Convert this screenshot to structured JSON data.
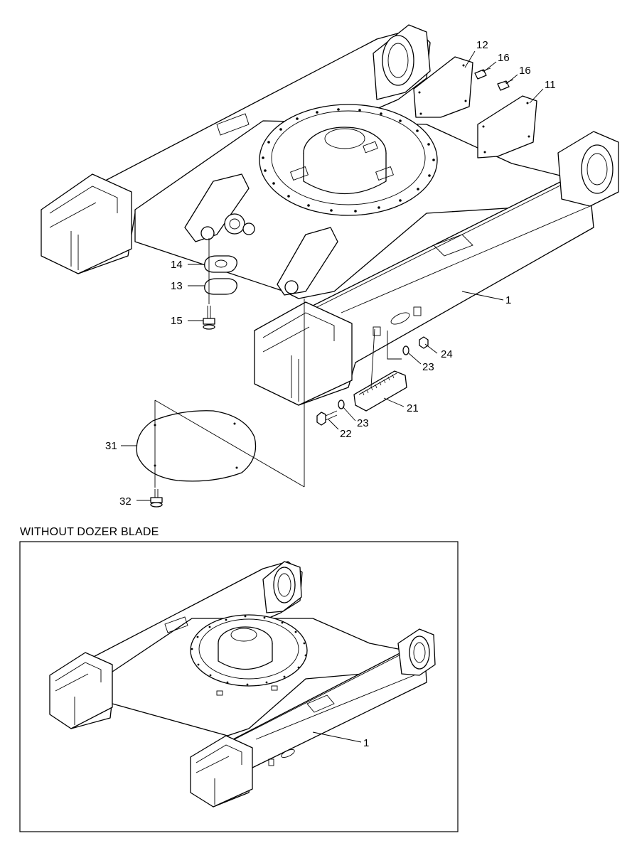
{
  "callouts": {
    "c1": "1",
    "c11": "11",
    "c12": "12",
    "c13": "13",
    "c14": "14",
    "c15": "15",
    "c16a": "16",
    "c16b": "16",
    "c21": "21",
    "c22": "22",
    "c23a": "23",
    "c23b": "23",
    "c24": "24",
    "c31": "31",
    "c32": "32",
    "inset_c1": "1"
  },
  "inset": {
    "title": "WITHOUT DOZER BLADE"
  },
  "colors": {
    "line": "#000000",
    "background": "#ffffff"
  }
}
